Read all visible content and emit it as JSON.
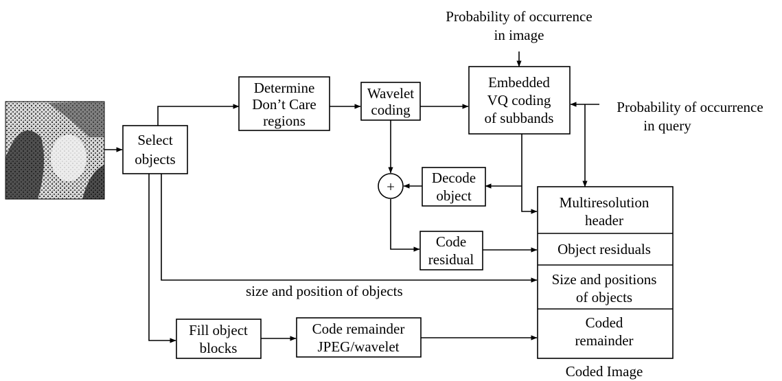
{
  "boxes": {
    "select_objects": [
      "Select",
      "objects"
    ],
    "dont_care": [
      "Determine",
      "Don’t Care",
      "regions"
    ],
    "wavelet": [
      "Wavelet",
      "coding"
    ],
    "embedded_vq": [
      "Embedded",
      "VQ coding",
      "of subbands"
    ],
    "decode_object": [
      "Decode",
      "object"
    ],
    "code_residual": [
      "Code",
      "residual"
    ],
    "fill_blocks": [
      "Fill object",
      "blocks"
    ],
    "code_remainder": [
      "Code remainder",
      "JPEG/wavelet"
    ]
  },
  "coded_image": {
    "caption": "Coded Image",
    "rows": [
      [
        "Multiresolution",
        "header"
      ],
      [
        "Object residuals"
      ],
      [
        "Size and positions",
        "of objects"
      ],
      [
        "Coded",
        "remainder"
      ]
    ]
  },
  "sum_symbol": "+",
  "annotations": {
    "prob_image": [
      "Probability of occurrence",
      "in image"
    ],
    "prob_query": [
      "Probability of occurrence",
      "in query"
    ],
    "size_position": "size and position of objects"
  },
  "input_image_alt": "input photograph"
}
